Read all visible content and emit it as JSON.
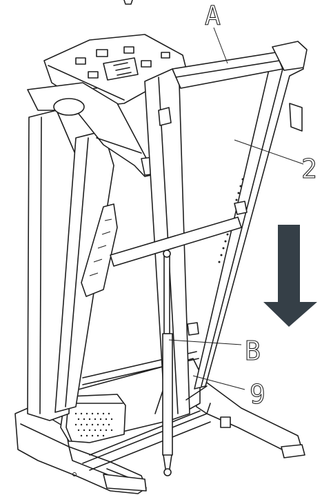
{
  "callouts": {
    "a": "A",
    "two": "2",
    "b": "B",
    "nine": "9"
  },
  "colors": {
    "line": "#1e1e1e",
    "arrow": "#353f47",
    "background": "#ffffff"
  },
  "icons": {
    "direction": "arrow-down-icon"
  }
}
